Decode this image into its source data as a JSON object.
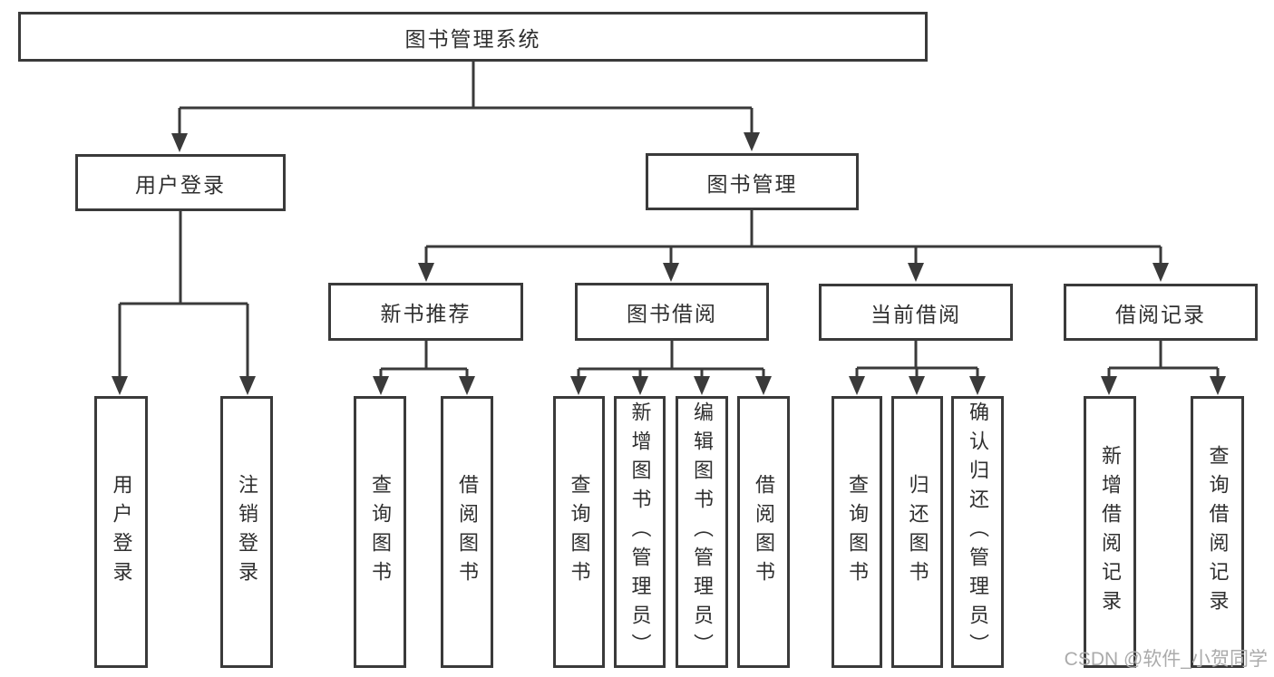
{
  "diagram_title": "图书管理系统",
  "tree": {
    "root": "图书管理系统",
    "level1": [
      {
        "label": "用户登录",
        "children": [
          "用户登录",
          "注销登录"
        ]
      },
      {
        "label": "图书管理",
        "level2": [
          {
            "label": "新书推荐",
            "children": [
              "查询图书",
              "借阅图书"
            ]
          },
          {
            "label": "图书借阅",
            "children": [
              "查询图书",
              "新增图书（管理员）",
              "编辑图书（管理员）",
              "借阅图书"
            ]
          },
          {
            "label": "当前借阅",
            "children": [
              "查询图书",
              "归还图书",
              "确认归还（管理员）"
            ]
          },
          {
            "label": "借阅记录",
            "children": [
              "新增借阅记录",
              "查询借阅记录"
            ]
          }
        ]
      }
    ]
  },
  "watermark": {
    "text": "CSDN @软件_小贺同学"
  },
  "colors": {
    "line": "#3a3a3a",
    "box_border": "#3a3a3a",
    "text": "#2f2f2f",
    "background": "#ffffff",
    "watermark": "#ababab"
  }
}
